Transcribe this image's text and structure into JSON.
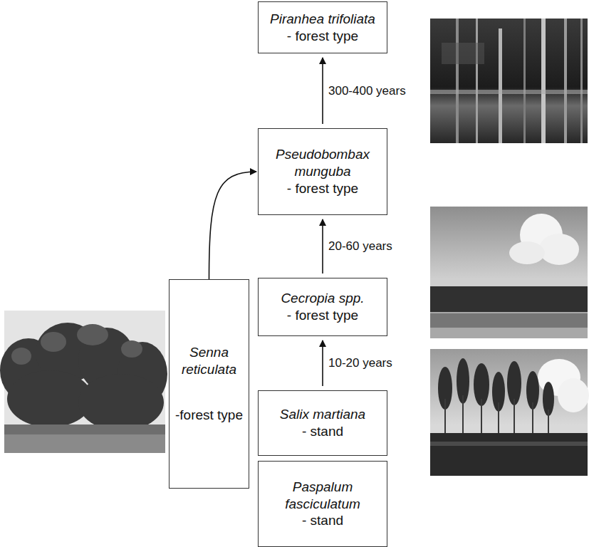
{
  "diagram": {
    "nodes": [
      {
        "text": [
          "Piranhea trifoliata",
          "- forest type"
        ]
      },
      {
        "text": [
          "Pseudobombax munguba",
          "- forest type"
        ]
      },
      {
        "text": [
          "Cecropia spp.",
          "- forest type"
        ]
      },
      {
        "text": [
          "Senna reticulata",
          "-forest type"
        ]
      },
      {
        "text": [
          "Salix martiana",
          "- stand"
        ]
      },
      {
        "text": [
          "Paspalum fasciculatum",
          "- stand"
        ]
      }
    ],
    "edges": [
      {
        "from": 1,
        "to": 0,
        "label": "300-400 years",
        "arrow": "to"
      },
      {
        "from": 2,
        "to": 1,
        "label": "20-60 years",
        "arrow": "to"
      },
      {
        "from": 4,
        "to": 2,
        "label": "10-20 years",
        "arrow": "to"
      },
      {
        "from": 3,
        "to": 1,
        "arrow": "to"
      }
    ]
  }
}
